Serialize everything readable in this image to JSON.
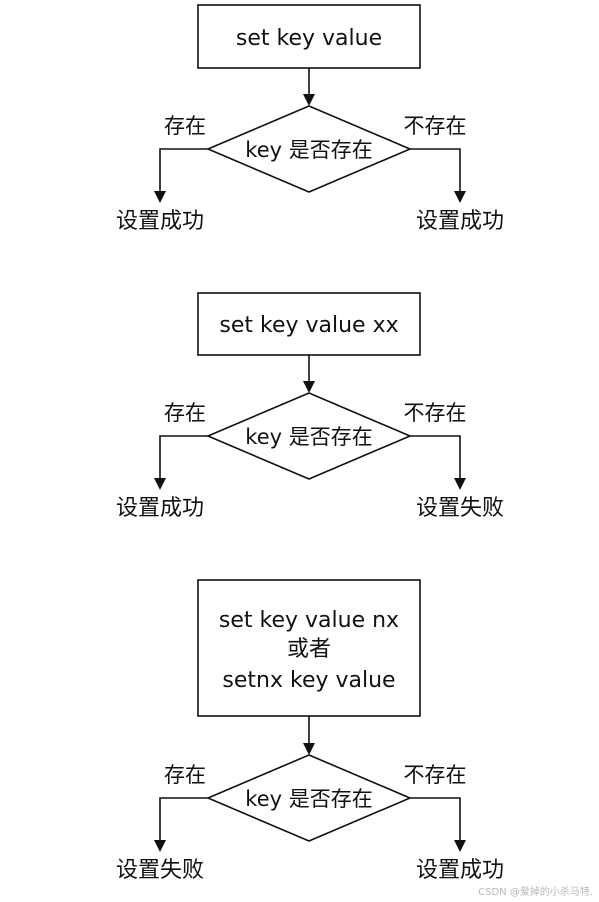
{
  "flows": [
    {
      "start_lines": [
        "set key value"
      ],
      "decision": "key 是否存在",
      "left_edge_label": "存在",
      "right_edge_label": "不存在",
      "left_result": "设置成功",
      "right_result": "设置成功"
    },
    {
      "start_lines": [
        "set key value xx"
      ],
      "decision": "key 是否存在",
      "left_edge_label": "存在",
      "right_edge_label": "不存在",
      "left_result": "设置成功",
      "right_result": "设置失败"
    },
    {
      "start_lines": [
        "set key value nx",
        "或者",
        "setnx key value"
      ],
      "decision": "key 是否存在",
      "left_edge_label": "存在",
      "right_edge_label": "不存在",
      "left_result": "设置失败",
      "right_result": "设置成功"
    }
  ],
  "watermark": "CSDN @爱掉的小杀马特."
}
